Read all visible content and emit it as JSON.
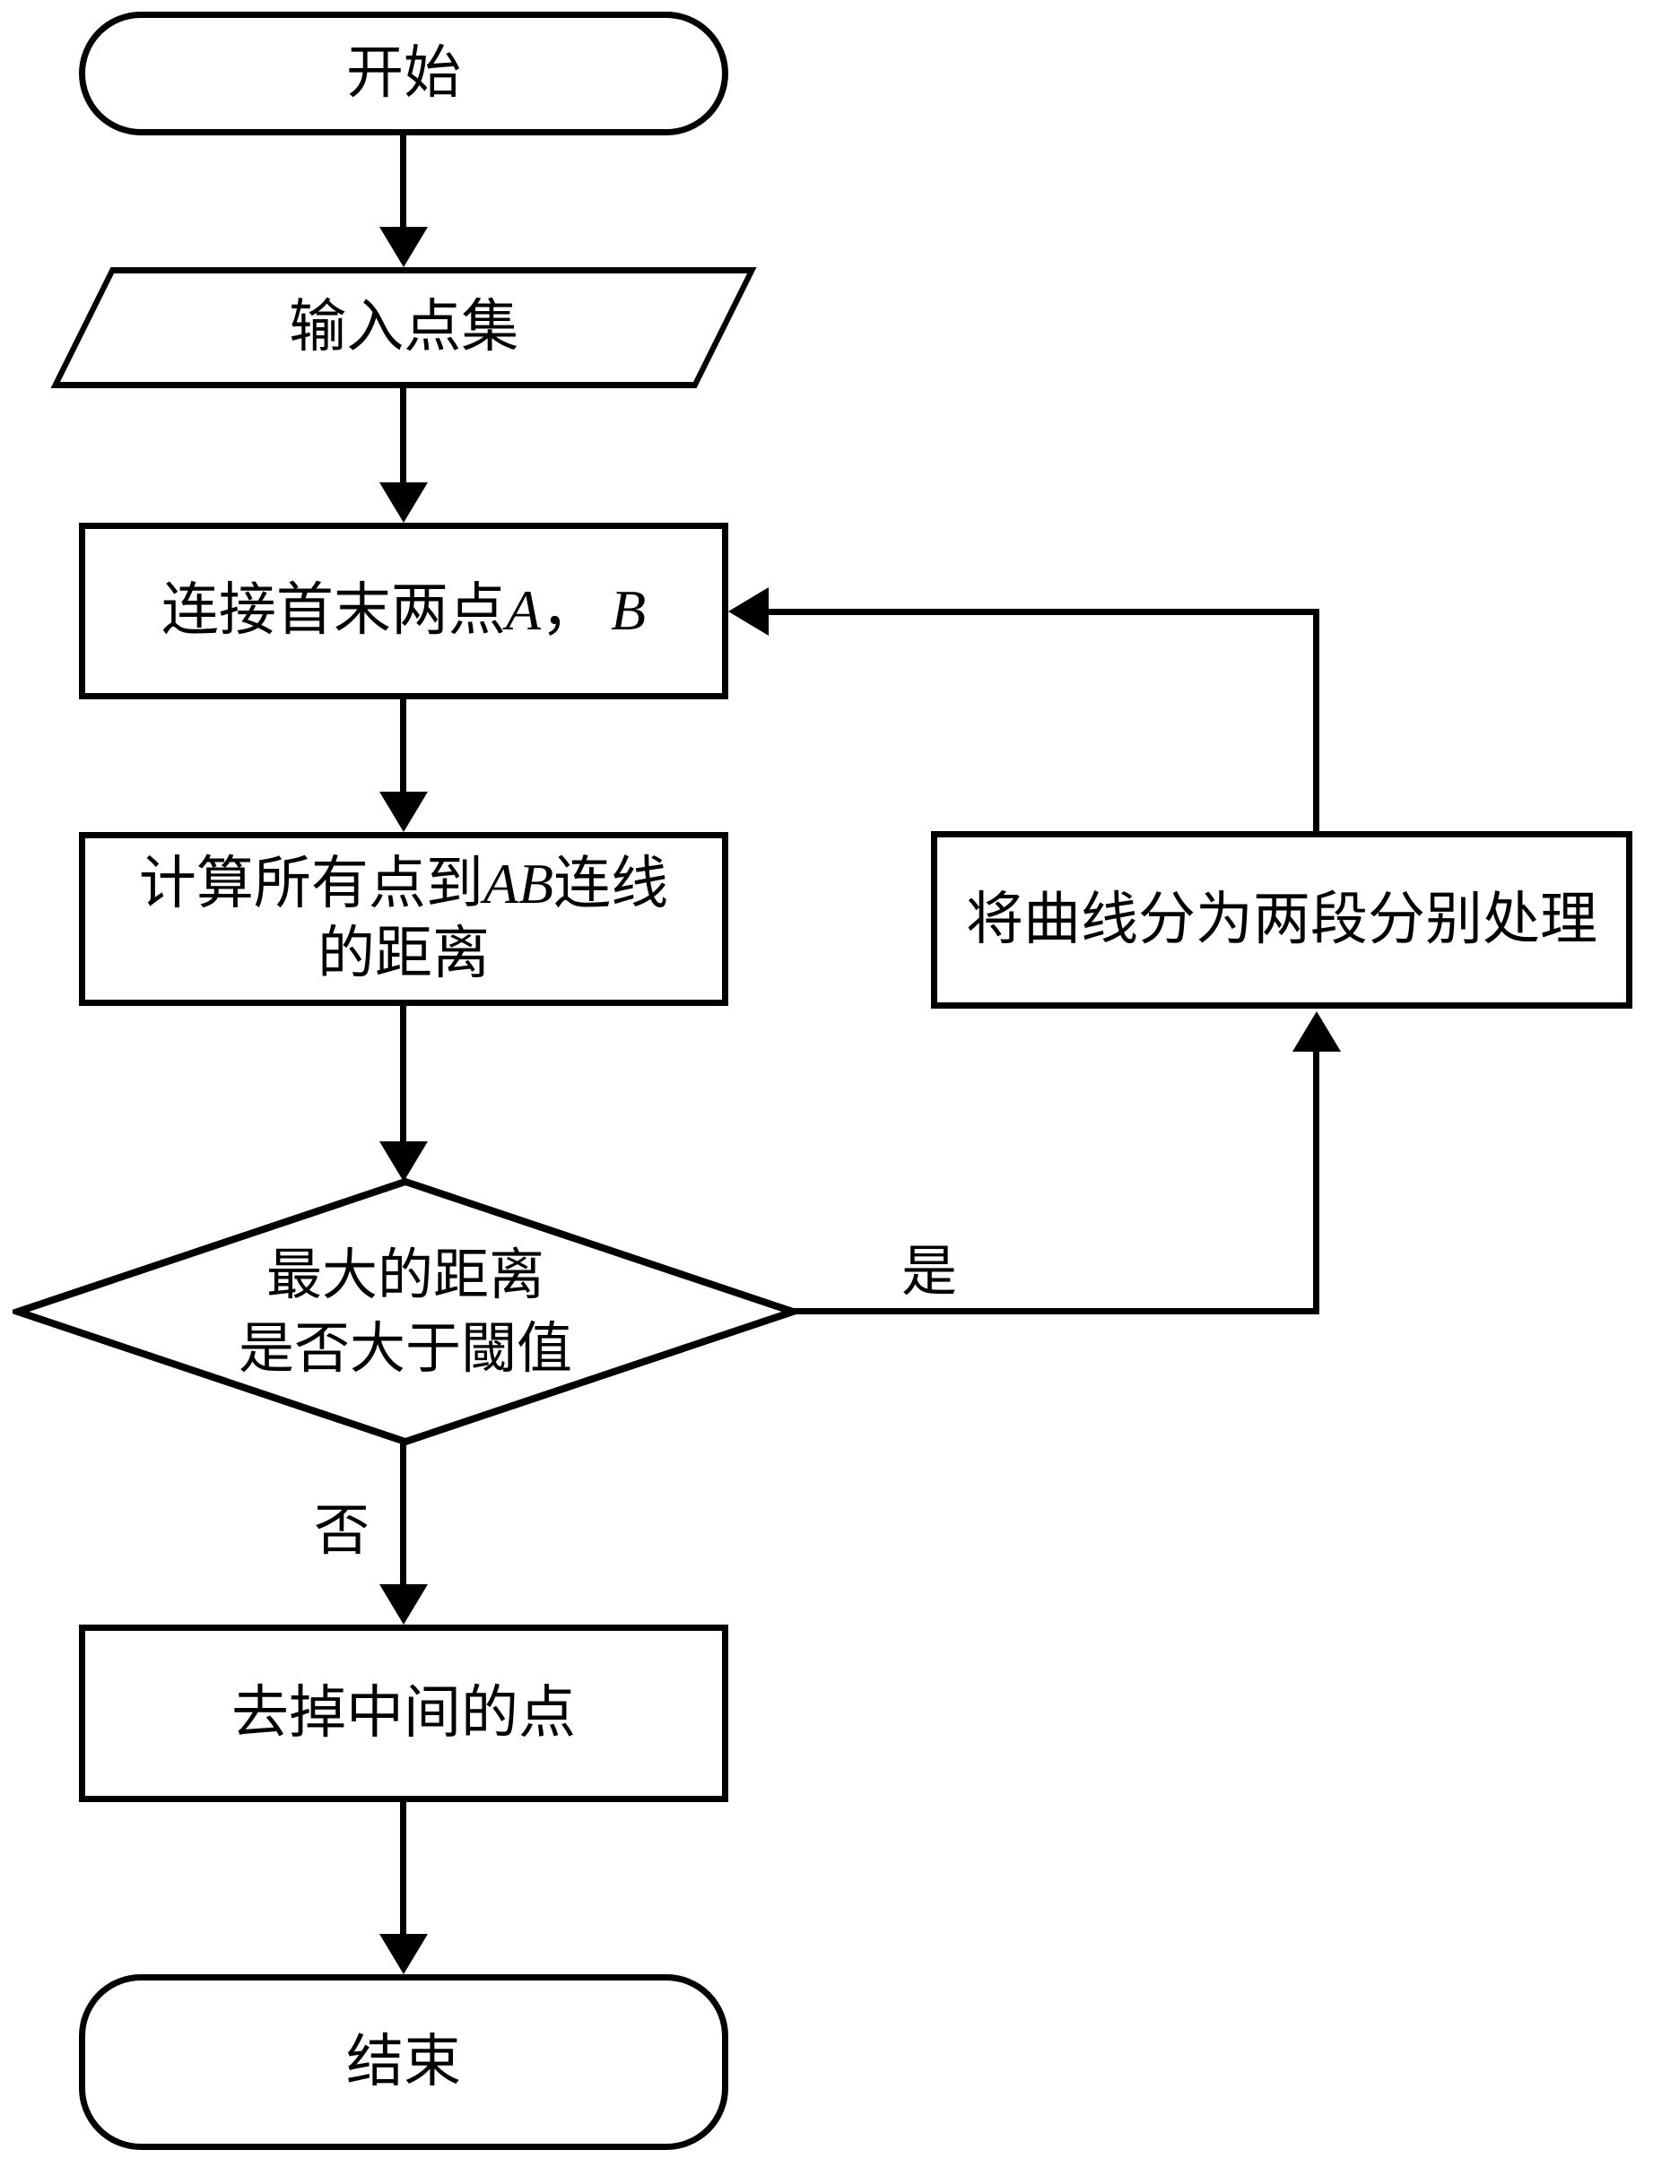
{
  "flowchart": {
    "colors": {
      "background": "#ffffff",
      "stroke": "#000000"
    },
    "nodes": {
      "start": {
        "shape": "terminator",
        "label": "开始"
      },
      "input": {
        "shape": "parallelogram",
        "label": "输入点集"
      },
      "connect": {
        "shape": "rectangle",
        "prefix": "连接首末两点",
        "var_a": "A",
        "separator": "，",
        "var_b": "B"
      },
      "calc": {
        "shape": "rectangle",
        "line1_prefix": "计算所有点到",
        "line1_var": "AB",
        "line1_suffix": "连线",
        "line2": "的距离"
      },
      "decision": {
        "shape": "diamond",
        "line1": "最大的距离",
        "line2": "是否大于閾值"
      },
      "split": {
        "shape": "rectangle",
        "label": "将曲线分为两段分别处理"
      },
      "remove": {
        "shape": "rectangle",
        "label": "去掉中间的点"
      },
      "end": {
        "shape": "terminator",
        "label": "结束"
      }
    },
    "edge_labels": {
      "yes": "是",
      "no": "否"
    }
  }
}
